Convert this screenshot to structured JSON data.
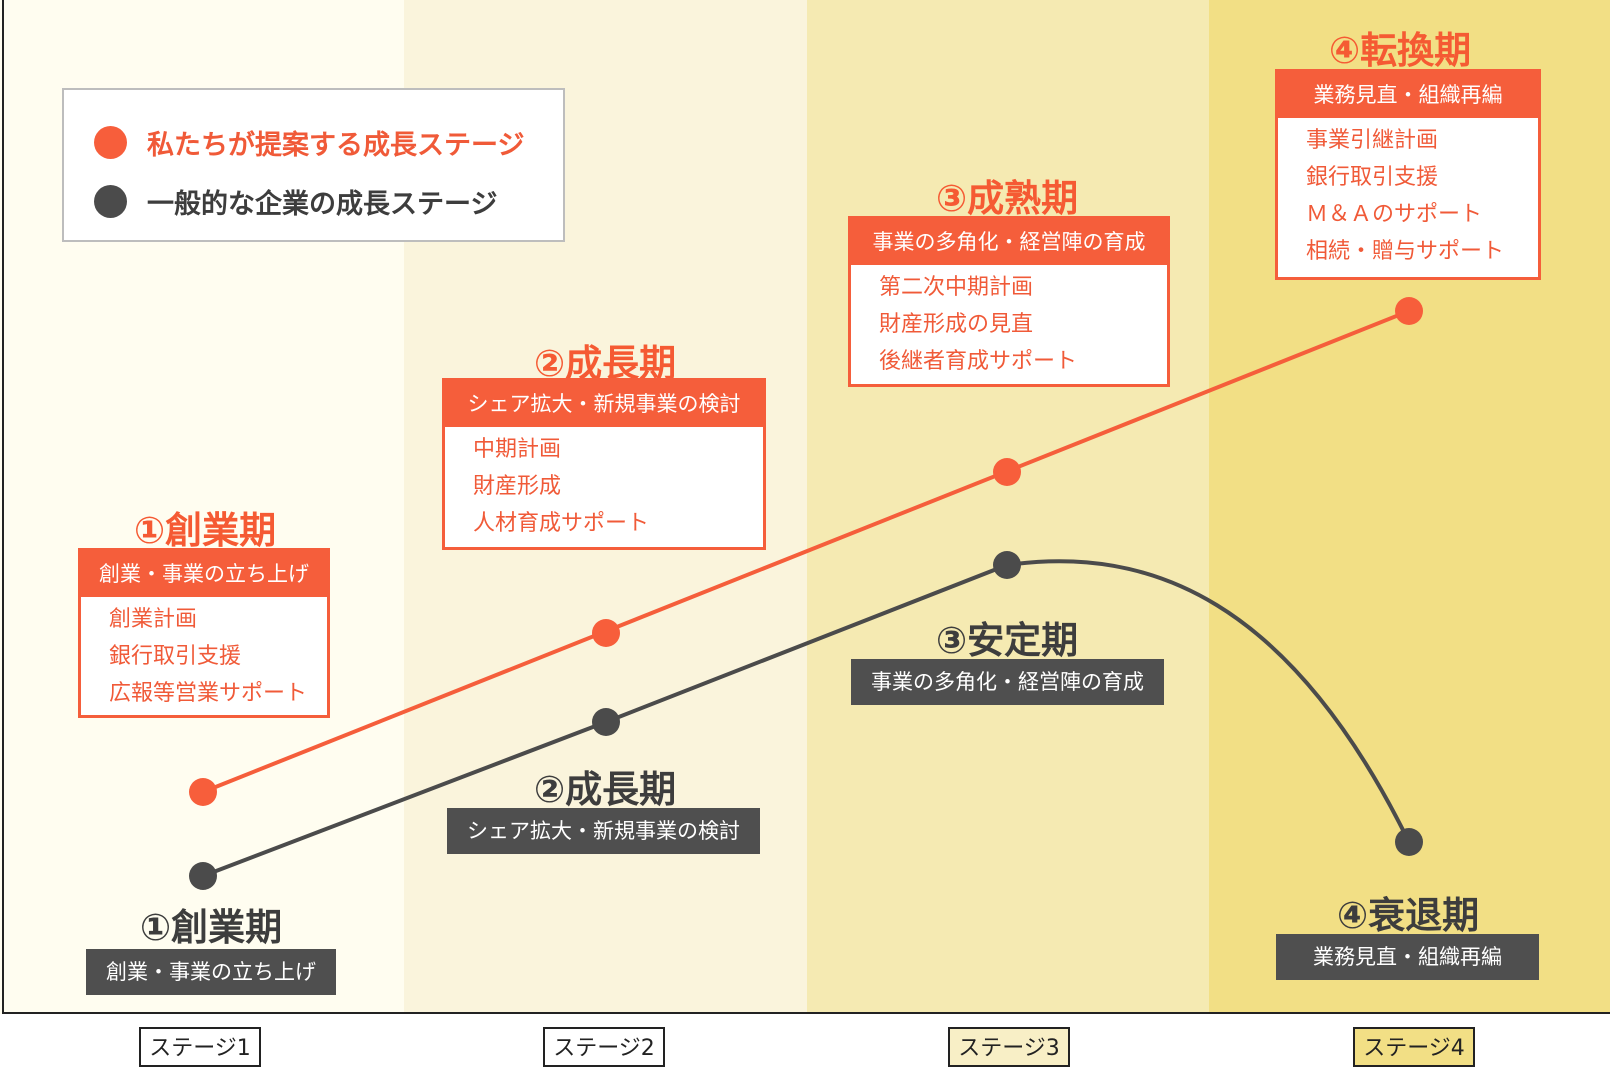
{
  "legend": {
    "proposed": "私たちが提案する成長ステージ",
    "general": "一般的な企業の成長ステージ"
  },
  "colors": {
    "orange": "#f55e3b",
    "dark": "#4b4b4b",
    "band1": "#fffdf0",
    "band2": "#faf4dc",
    "band3": "#f5eab2",
    "band4": "#f2df85"
  },
  "proposed_stages": [
    {
      "title": "①創業期",
      "header": "創業・事業の立ち上げ",
      "items": [
        "創業計画",
        "銀行取引支援",
        "広報等営業サポート"
      ]
    },
    {
      "title": "②成長期",
      "header": "シェア拡大・新規事業の検討",
      "items": [
        "中期計画",
        "財産形成",
        "人材育成サポート"
      ]
    },
    {
      "title": "③成熟期",
      "header": "事業の多角化・経営陣の育成",
      "items": [
        "第二次中期計画",
        "財産形成の見直",
        "後継者育成サポート"
      ]
    },
    {
      "title": "④転換期",
      "header": "業務見直・組織再編",
      "items": [
        "事業引継計画",
        "銀行取引支援",
        "Ｍ＆Ａのサポート",
        "相続・贈与サポート"
      ]
    }
  ],
  "general_stages": [
    {
      "title": "①創業期",
      "label": "創業・事業の立ち上げ"
    },
    {
      "title": "②成長期",
      "label": "シェア拡大・新規事業の検討"
    },
    {
      "title": "③安定期",
      "label": "事業の多角化・経営陣の育成"
    },
    {
      "title": "④衰退期",
      "label": "業務見直・組織再編"
    }
  ],
  "x_axis": [
    "ステージ1",
    "ステージ2",
    "ステージ3",
    "ステージ4"
  ]
}
